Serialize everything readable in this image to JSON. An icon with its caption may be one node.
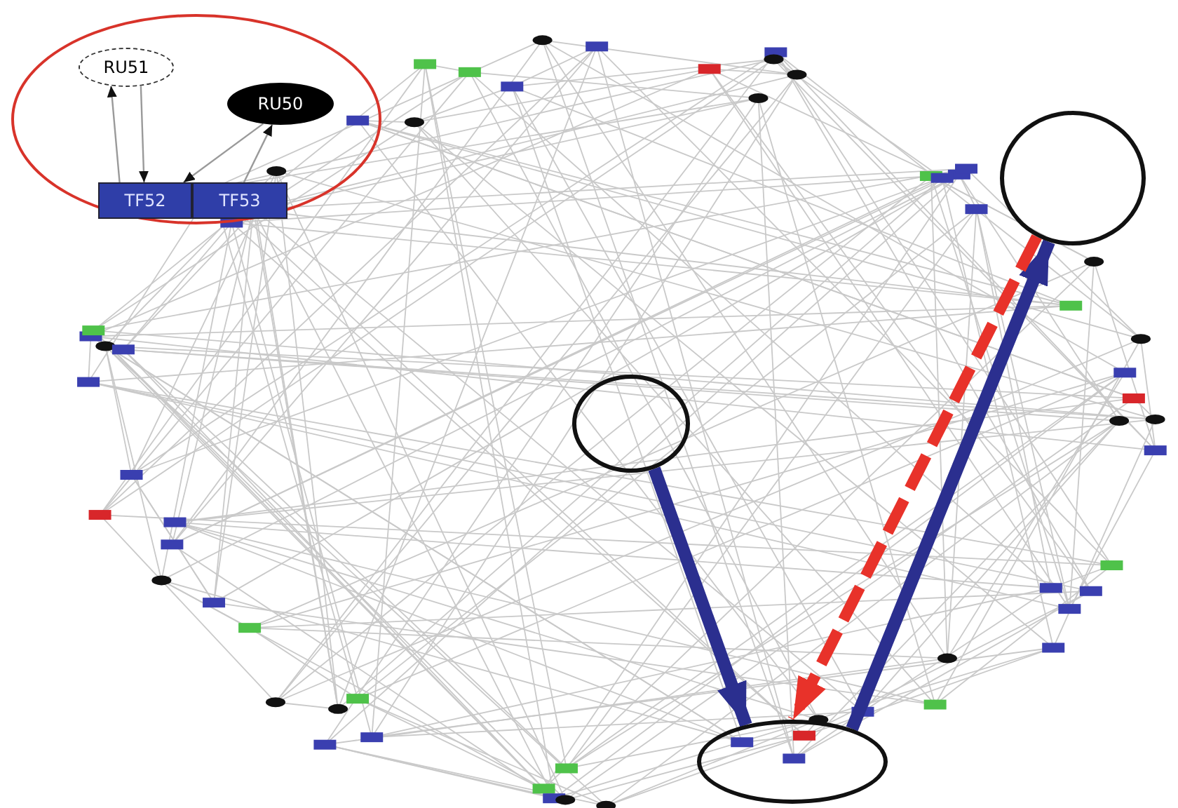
{
  "diagram": {
    "nodes": [
      {
        "text": [],
        "shape": "circle"
      },
      {
        "text": [
          "RU51"
        ],
        "in": 0
      },
      {
        "text": [
          "RU50"
        ],
        "in": 0
      },
      {
        "text": [
          "TF52"
        ],
        "in": 0
      },
      {
        "text": [
          "TF53"
        ],
        "in": 0
      },
      {
        "text": [],
        "shape": "circle"
      },
      {
        "text": [],
        "shape": "circle"
      },
      {
        "text": [],
        "shape": "circle"
      }
    ],
    "edges": [
      {
        "from": 5,
        "to": 6,
        "arrow": "to",
        "style": "thick",
        "color": "#2b2f8f"
      },
      {
        "from": 6,
        "to": 7,
        "arrow": "to",
        "style": "thick",
        "color": "#2b2f8f"
      },
      {
        "from": 7,
        "to": 6,
        "arrow": "to",
        "style": "dashed",
        "color": "#e8322a"
      },
      {
        "from": 3,
        "to": 1,
        "arrow": "to"
      },
      {
        "from": 1,
        "to": 3,
        "arrow": "to"
      },
      {
        "from": 2,
        "to": 3,
        "arrow": "to"
      },
      {
        "from": 4,
        "to": 2,
        "arrow": "to"
      }
    ]
  }
}
